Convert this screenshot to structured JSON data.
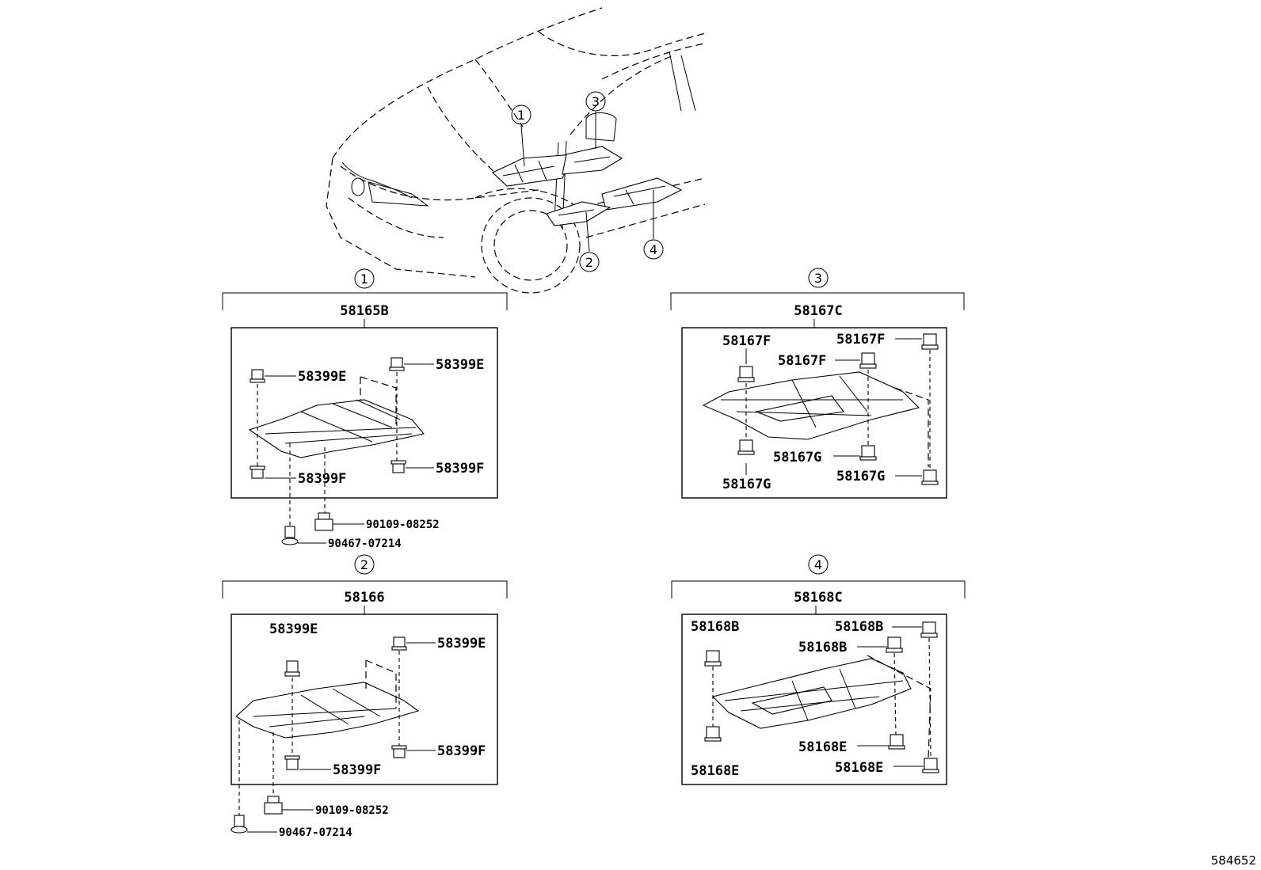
{
  "diagram_id": "584652",
  "car_callouts": [
    "1",
    "2",
    "3",
    "4"
  ],
  "sections": [
    {
      "callout": "1",
      "assembly": "58165B",
      "labels": {
        "tl": "58399E",
        "tr": "58399E",
        "bl": "58399F",
        "br": "58399F",
        "bolt": "90109-08252",
        "clip": "90467-07214"
      }
    },
    {
      "callout": "2",
      "assembly": "58166",
      "labels": {
        "tl": "58399E",
        "tr": "58399E",
        "bl": "58399F",
        "br": "58399F",
        "bolt": "90109-08252",
        "clip": "90467-07214"
      }
    },
    {
      "callout": "3",
      "assembly": "58167C",
      "labels": {
        "tl": "58167F",
        "tm": "58167F",
        "tr": "58167F",
        "bl": "58167G",
        "bm": "58167G",
        "br": "58167G"
      }
    },
    {
      "callout": "4",
      "assembly": "58168C",
      "labels": {
        "tl": "58168B",
        "tm": "58168B",
        "tr": "58168B",
        "bl": "58168E",
        "bm": "58168E",
        "br": "58168E"
      }
    }
  ]
}
